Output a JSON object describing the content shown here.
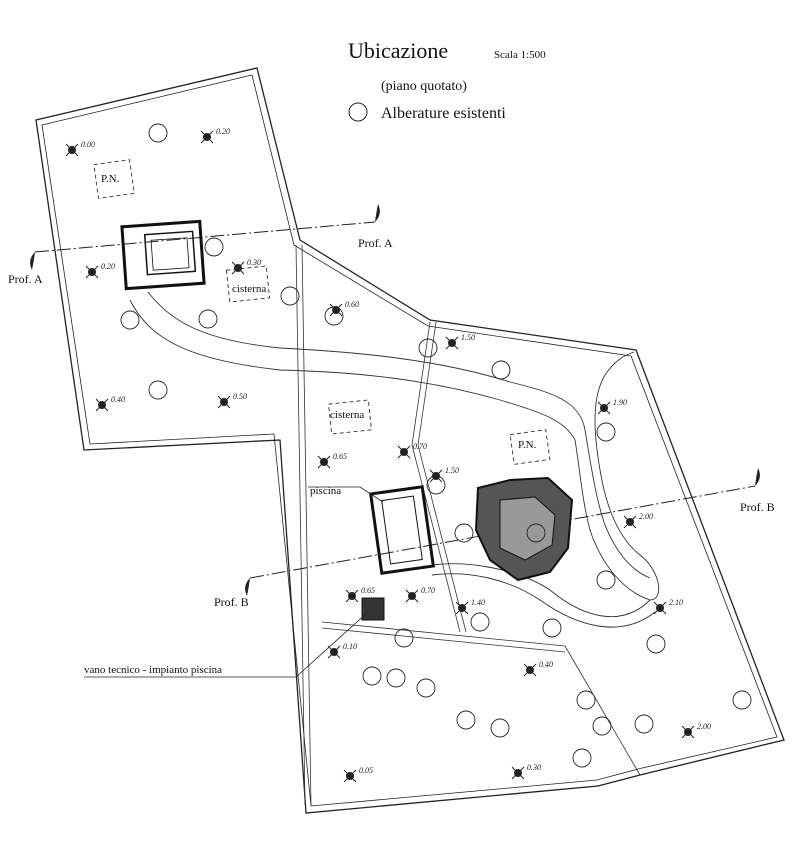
{
  "title": "Ubicazione",
  "scale": "Scala 1:500",
  "subtitle": "(piano quotato)",
  "legend": {
    "trees_label": "Alberature esistenti"
  },
  "labels": {
    "cisterna_1": "cisterna",
    "cisterna_2": "cisterna",
    "pn_1": "P.N.",
    "pn_2": "P.N.",
    "piscina": "piscina",
    "vano_tecnico": "vano tecnico - impianto piscina"
  },
  "sections": {
    "a_left": "Prof. A",
    "a_right": "Prof. A",
    "b_left": "Prof. B",
    "b_right": "Prof. B"
  },
  "elevations": [
    "0.00",
    "0.20",
    "0.20",
    "0.30",
    "0.60",
    "1.50",
    "0.40",
    "0.50",
    "1.90",
    "0.65",
    "0.70",
    "1.50",
    "2.00",
    "0.65",
    "0.70",
    "1.40",
    "2.10",
    "0.10",
    "0.40",
    "2.00",
    "0.05",
    "0.30"
  ]
}
